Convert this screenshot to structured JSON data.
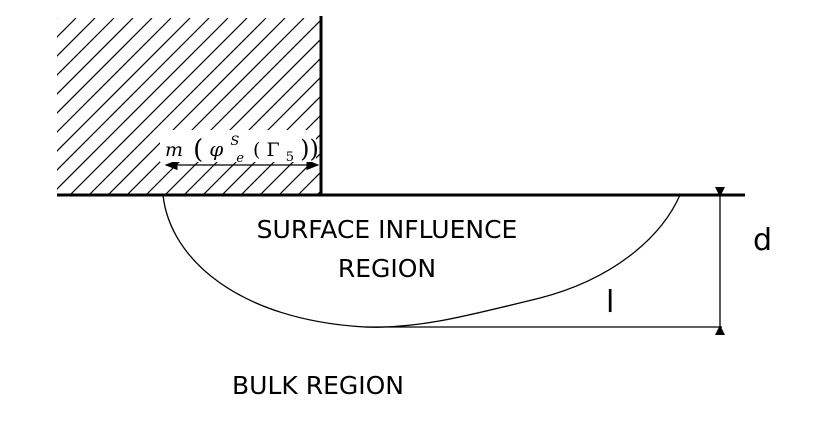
{
  "labels": {
    "surface_region_line1": "SURFACE INFLUENCE",
    "surface_region_line2": "REGION",
    "bulk_region": "BULK REGION",
    "depth": "d",
    "length": "l"
  },
  "annotation": {
    "m": "m",
    "open_paren": "(",
    "phi": "φ",
    "superscript": "S",
    "subscript": "e",
    "inner_open": "(",
    "gamma": "Γ",
    "gamma_subscript": "5",
    "close": "))"
  }
}
